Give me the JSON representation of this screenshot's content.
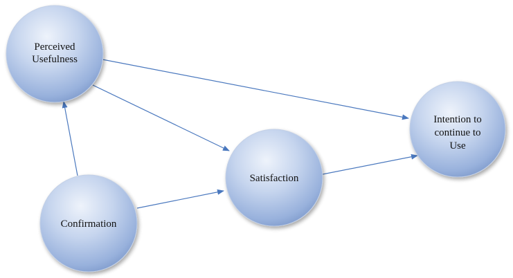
{
  "diagram": {
    "nodes": {
      "perceived_usefulness": {
        "lines": [
          "Perceived",
          "Usefulness"
        ]
      },
      "confirmation": {
        "lines": [
          "Confirmation"
        ]
      },
      "satisfaction": {
        "lines": [
          "Satisfaction"
        ]
      },
      "intention": {
        "lines": [
          "Intention to",
          "continue to",
          "Use"
        ]
      }
    },
    "edges": [
      {
        "from": "perceived_usefulness",
        "to": "intention"
      },
      {
        "from": "perceived_usefulness",
        "to": "satisfaction"
      },
      {
        "from": "confirmation",
        "to": "perceived_usefulness"
      },
      {
        "from": "confirmation",
        "to": "satisfaction"
      },
      {
        "from": "satisfaction",
        "to": "intention"
      }
    ],
    "colors": {
      "node_center": "#eef3fb",
      "node_mid": "#b4c6e6",
      "node_edge": "#7f9bcc",
      "arrow": "#4a78be",
      "text": "#111111"
    }
  }
}
